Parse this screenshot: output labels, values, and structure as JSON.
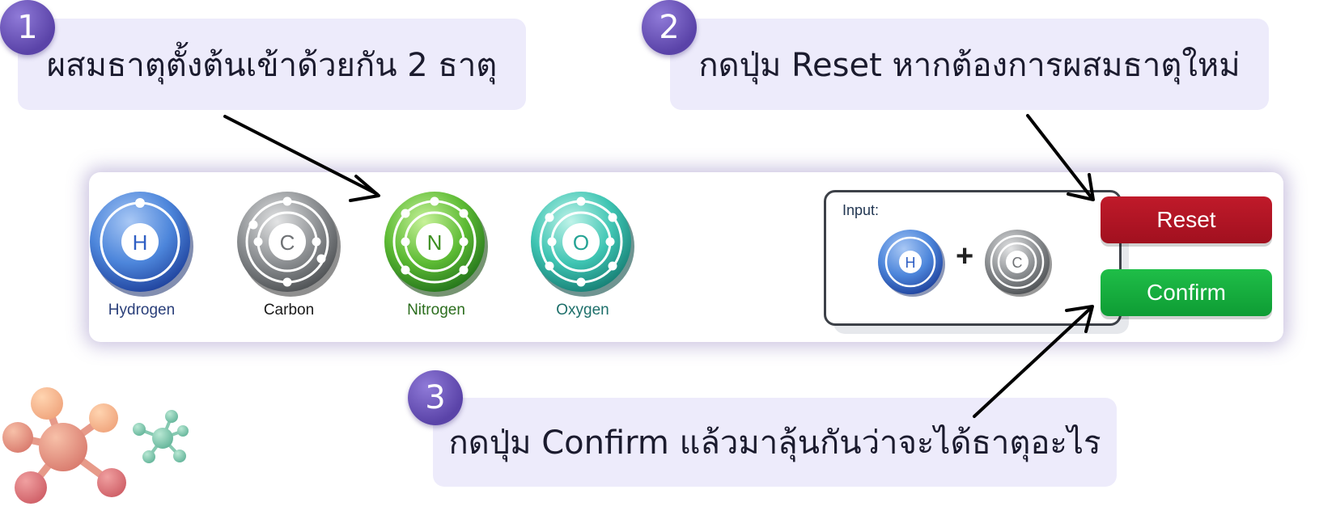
{
  "steps": [
    {
      "number": "1",
      "text": "ผสมธาตุตั้งต้นเข้าด้วยกัน 2 ธาตุ"
    },
    {
      "number": "2",
      "text": "กดปุ่ม Reset หากต้องการผสมธาตุใหม่"
    },
    {
      "number": "3",
      "text": "กดปุ่ม Confirm แล้วมาลุ้นกันว่าจะได้ธาตุอะไร"
    }
  ],
  "elements": [
    {
      "symbol": "H",
      "name": "Hydrogen",
      "name_color": "#2a3f7a"
    },
    {
      "symbol": "C",
      "name": "Carbon",
      "name_color": "#1a1a1a"
    },
    {
      "symbol": "N",
      "name": "Nitrogen",
      "name_color": "#2c6e1e"
    },
    {
      "symbol": "O",
      "name": "Oxygen",
      "name_color": "#1d6f6a"
    }
  ],
  "input": {
    "label": "Input:",
    "selected": [
      {
        "symbol": "H"
      },
      {
        "symbol": "C"
      }
    ],
    "operator": "+"
  },
  "buttons": {
    "reset": "Reset",
    "confirm": "Confirm"
  },
  "colors": {
    "callout_bg": "#edebfb",
    "badge": "#6a52b8",
    "reset": "#b5141f",
    "confirm": "#17b140",
    "hydrogen": "#2f5fc4",
    "carbon": "#7d8083",
    "nitrogen": "#4caa2e",
    "oxygen": "#2fbfae"
  }
}
